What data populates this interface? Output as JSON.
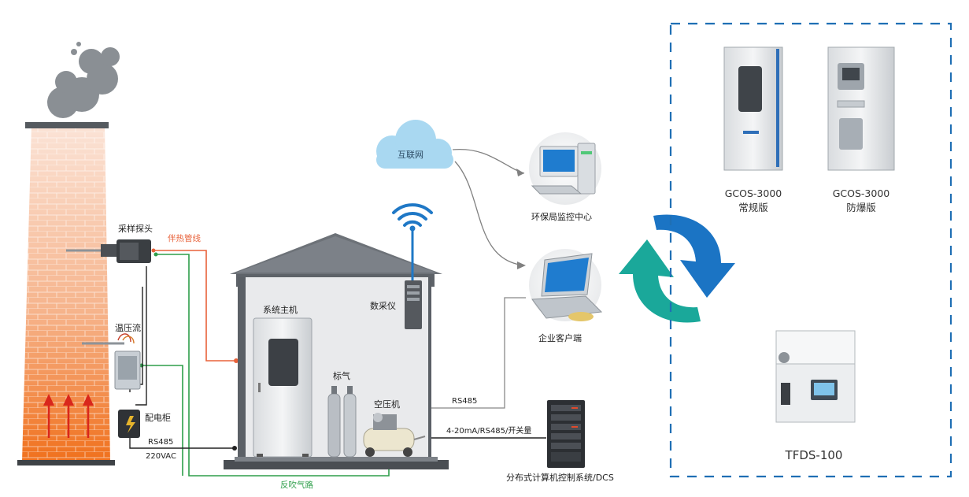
{
  "colors": {
    "heat_line": "#e8623a",
    "blow_line": "#2e9e4a",
    "signal_line": "#222222",
    "gray_line": "#808080",
    "cloud": "#a9d8f1",
    "dash_border": "#1f6fb4",
    "arrow_blue": "#1b74c4",
    "arrow_teal": "#1aa89a",
    "stack_top": "#f7c7b0",
    "stack_bottom": "#f0721f"
  },
  "labels": {
    "sampling_probe": "采样探头",
    "heat_trace": "伴热管线",
    "temp_pressure_flow": "温压流",
    "power_cabinet": "配电柜",
    "rs485_left": "RS485",
    "vac": "220VAC",
    "blowback": "反吹气路",
    "system_host": "系统主机",
    "data_logger": "数采仪",
    "std_gas": "标气",
    "air_compressor": "空压机",
    "internet": "互联网",
    "epb_center": "环保局监控中心",
    "enterprise_client": "企业客户端",
    "rs485_right": "RS485",
    "signal_types": "4-20mA/RS485/开关量",
    "dcs": "分布式计算机控制系统/DCS",
    "gcos_std_model": "GCOS-3000",
    "gcos_std_ver": "常规版",
    "gcos_ex_model": "GCOS-3000",
    "gcos_ex_ver": "防爆版",
    "tfds": "TFDS-100"
  },
  "icons": [
    "smoke-icon",
    "wifi-icon",
    "cloud-icon",
    "desktop-computer-icon",
    "laptop-icon",
    "server-rack-icon",
    "gas-cylinder-icon",
    "air-compressor-icon",
    "cycle-arrows-icon"
  ]
}
